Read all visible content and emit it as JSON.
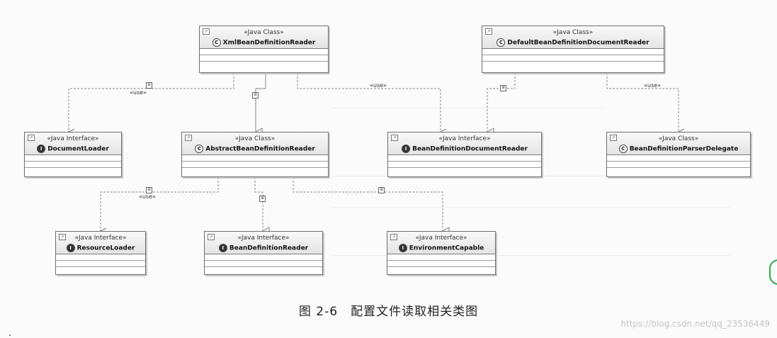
{
  "classes": [
    {
      "id": "xml",
      "stereotype": "«Java Class»",
      "name": "XmlBeanDefinitionReader",
      "kind": "class",
      "kind_glyph": "C"
    },
    {
      "id": "dbdr",
      "stereotype": "«Java Class»",
      "name": "DefaultBeanDefinitionDocumentReader",
      "kind": "class",
      "kind_glyph": "C"
    },
    {
      "id": "dl",
      "stereotype": "«Java Interface»",
      "name": "DocumentLoader",
      "kind": "interface",
      "kind_glyph": "I"
    },
    {
      "id": "abdr",
      "stereotype": "«Java Class»",
      "name": "AbstractBeanDefinitionReader",
      "kind": "class",
      "kind_glyph": "C"
    },
    {
      "id": "bddr",
      "stereotype": "«Java Interface»",
      "name": "BeanDefinitionDocumentReader",
      "kind": "interface",
      "kind_glyph": "I"
    },
    {
      "id": "bdpd",
      "stereotype": "«Java Class»",
      "name": "BeanDefinitionParserDelegate",
      "kind": "class",
      "kind_glyph": "C"
    },
    {
      "id": "rl",
      "stereotype": "«Java Interface»",
      "name": "ResourceLoader",
      "kind": "interface",
      "kind_glyph": "I"
    },
    {
      "id": "bdr",
      "stereotype": "«Java Interface»",
      "name": "BeanDefinitionReader",
      "kind": "interface",
      "kind_glyph": "I"
    },
    {
      "id": "ec",
      "stereotype": "«Java Interface»",
      "name": "EnvironmentCapable",
      "kind": "interface",
      "kind_glyph": "I"
    }
  ],
  "relations": [
    {
      "from": "xml",
      "to": "dl",
      "type": "use",
      "label": "«use»"
    },
    {
      "from": "xml",
      "to": "abdr",
      "type": "extends",
      "label": ""
    },
    {
      "from": "xml",
      "to": "bddr",
      "type": "use",
      "label": "«use»"
    },
    {
      "from": "dbdr",
      "to": "bddr",
      "type": "implements",
      "label": ""
    },
    {
      "from": "dbdr",
      "to": "bdpd",
      "type": "use",
      "label": "«use»"
    },
    {
      "from": "abdr",
      "to": "rl",
      "type": "use",
      "label": "«use»"
    },
    {
      "from": "abdr",
      "to": "bdr",
      "type": "implements",
      "label": ""
    },
    {
      "from": "abdr",
      "to": "ec",
      "type": "implements",
      "label": ""
    }
  ],
  "caption": "图 2-6　配置文件读取相关类图",
  "watermark": "https://blog.csdn.net/qq_23536449",
  "colors": {
    "line": "#777777",
    "box_header": "#e4e4e4",
    "widget": "#2fa84f"
  }
}
